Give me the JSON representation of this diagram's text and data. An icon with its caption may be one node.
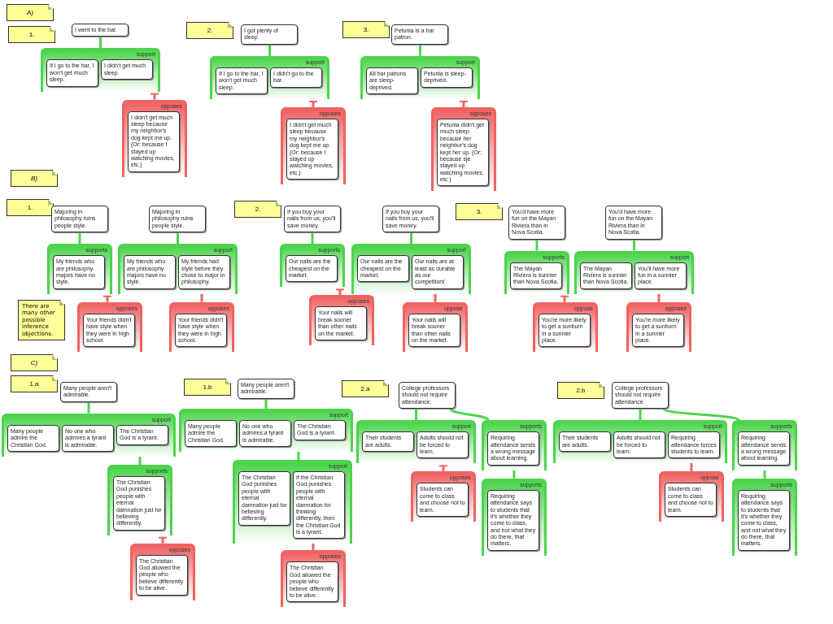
{
  "diagram": {
    "nodes": [
      {
        "text": [
          "A)"
        ]
      },
      {
        "text": [
          "1."
        ]
      },
      {
        "text": [
          "I went to the bar."
        ]
      },
      {
        "text": [
          "support"
        ]
      },
      {
        "text": [
          "If I go to the bar, I won't get much sleep."
        ],
        "in": 3
      },
      {
        "text": [
          "I didn't get much sleep."
        ],
        "in": 3
      },
      {
        "text": [
          "opposes"
        ]
      },
      {
        "text": [
          "I didn't get much sleep because my neighbor's dog kept me up. (Or: because I stayed up watching movies, etc.)"
        ],
        "in": 6
      },
      {
        "text": [
          "2."
        ]
      },
      {
        "text": [
          "I got plenty of sleep."
        ]
      },
      {
        "text": [
          "support"
        ]
      },
      {
        "text": [
          "If I go to the bar, I won't get much sleep."
        ],
        "in": 10
      },
      {
        "text": [
          "I didn't go to the bar."
        ],
        "in": 10
      },
      {
        "text": [
          "opposes"
        ]
      },
      {
        "text": [
          "I didn't get much sleep because my neighbor's dog kept me up. (Or: because I stayed up watching movies, etc.)"
        ],
        "in": 13
      },
      {
        "text": [
          "3."
        ]
      },
      {
        "text": [
          "Petunia is a bar patron."
        ]
      },
      {
        "text": [
          "support"
        ]
      },
      {
        "text": [
          "All bar patrons are sleep-deprived."
        ],
        "in": 17
      },
      {
        "text": [
          "Petunia is sleep-deprived."
        ],
        "in": 17
      },
      {
        "text": [
          "opposes"
        ]
      },
      {
        "text": [
          "Petunia didn't get much sleep because her neighbor's dog kept her up. (Or: because sje stayed up watching movies, etc.)"
        ],
        "in": 20
      },
      {
        "text": [
          "B)"
        ]
      },
      {
        "text": [
          "1."
        ]
      },
      {
        "text": [
          "Majoring in philosophy ruins people style."
        ]
      },
      {
        "text": [
          "supports"
        ]
      },
      {
        "text": [
          "My friends who are philosophy majors have no style."
        ],
        "in": 25
      },
      {
        "text": [
          "opposes"
        ]
      },
      {
        "text": [
          "Your friends didn't have style when they were in high school."
        ],
        "in": 27
      },
      {
        "text": [
          "There are many other possible inference objections."
        ]
      },
      {
        "text": [
          "Majoring in philosophy ruins people style."
        ]
      },
      {
        "text": [
          "support"
        ]
      },
      {
        "text": [
          "My friends who are philosophy majors have no style."
        ],
        "in": 31
      },
      {
        "text": [
          "My friends had style before they chose to major in philosophy."
        ],
        "in": 31
      },
      {
        "text": [
          "opposes"
        ]
      },
      {
        "text": [
          "Your friends didn't have style when they were in high school."
        ],
        "in": 34
      },
      {
        "text": [
          "2."
        ]
      },
      {
        "text": [
          "If you buy your nails from us, you'll save money."
        ]
      },
      {
        "text": [
          "supports"
        ]
      },
      {
        "text": [
          "Our nails are the cheapest on the market."
        ],
        "in": 38
      },
      {
        "text": [
          "opposes"
        ]
      },
      {
        "text": [
          "Your nails will break sooner than other nails on the market."
        ],
        "in": 40
      },
      {
        "text": [
          "If you buy your nails from us, you'll save money."
        ]
      },
      {
        "text": [
          "support"
        ]
      },
      {
        "text": [
          "Our nails are the cheapest on the market."
        ],
        "in": 43
      },
      {
        "text": [
          "Our nails are at least as durable as our competitors'."
        ],
        "in": 43
      },
      {
        "text": [
          "oppose"
        ]
      },
      {
        "text": [
          "Your nails will break sooner than other nails on the market."
        ],
        "in": 46
      },
      {
        "text": [
          "3."
        ]
      },
      {
        "text": [
          "You'd have more fun on the Mayan Riviera than in Nova Scotia."
        ]
      },
      {
        "text": [
          "supports"
        ]
      },
      {
        "text": [
          "The Mayan Riviera is sunnier than Nova Scotia."
        ],
        "in": 50
      },
      {
        "text": [
          "oppose"
        ]
      },
      {
        "text": [
          "You're more likely to get a sunburn in a sunnier place."
        ],
        "in": 52
      },
      {
        "text": [
          "You'd have more fun on the Mayan Riviera than in Nova Scotia."
        ]
      },
      {
        "text": [
          "support"
        ]
      },
      {
        "text": [
          "The Mayan Riviera is sunnier than Nova Scotia."
        ],
        "in": 55
      },
      {
        "text": [
          "You'll have more fun in a sunnier place."
        ],
        "in": 55
      },
      {
        "text": [
          "opposes"
        ]
      },
      {
        "text": [
          "You're more likely to get a sunburn in a sunnier place."
        ],
        "in": 58
      },
      {
        "text": [
          "C)"
        ]
      },
      {
        "text": [
          "1.a"
        ]
      },
      {
        "text": [
          "Many people aren't admirable."
        ]
      },
      {
        "text": [
          "support"
        ]
      },
      {
        "text": [
          "Many people admire the Christian God."
        ],
        "in": 63
      },
      {
        "text": [
          "No one who admires a tyrant is admirable."
        ],
        "in": 63
      },
      {
        "text": [
          "The Christian God is a tyrant."
        ],
        "in": 63
      },
      {
        "text": [
          "supports"
        ]
      },
      {
        "text": [
          "The Christian God punishes people with eternal damnation just for believing differently."
        ],
        "in": 67
      },
      {
        "text": [
          "opposes"
        ]
      },
      {
        "text": [
          "The Christian God allowed the people who believe differently to be alive."
        ],
        "in": 69
      },
      {
        "text": [
          "1.b"
        ]
      },
      {
        "text": [
          "Many people aren't admirable."
        ]
      },
      {
        "text": [
          "support"
        ]
      },
      {
        "text": [
          "Many people admire the Christian God."
        ],
        "in": 73
      },
      {
        "text": [
          "No one who admires a tyrant is admirable."
        ],
        "in": 73
      },
      {
        "text": [
          "The Christian God is a tyrant."
        ],
        "in": 73
      },
      {
        "text": [
          "support"
        ]
      },
      {
        "text": [
          "The Christian God punishes people with eternal damnation just for believing differently."
        ],
        "in": 77
      },
      {
        "text": [
          "If the Christian God punishes people with eternal damnation for thinking differently, then the Christian God is a tyrant."
        ],
        "in": 77
      },
      {
        "text": [
          "opposes"
        ]
      },
      {
        "text": [
          "The Christian God allowed the people who believe differently to be alive."
        ],
        "in": 80
      },
      {
        "text": [
          "2.a"
        ]
      },
      {
        "text": [
          "College professors should not require attendance."
        ]
      },
      {
        "text": [
          "support"
        ]
      },
      {
        "text": [
          "Their students are adults."
        ],
        "in": 84
      },
      {
        "text": [
          "Adults should not be forced to learn."
        ],
        "in": 84
      },
      {
        "text": [
          "supports"
        ]
      },
      {
        "text": [
          "Requiring attendance sends a wrong message about learning."
        ],
        "in": 87
      },
      {
        "text": [
          "opposes"
        ]
      },
      {
        "text": [
          "Students can come to class and choose not to learn."
        ],
        "in": 89
      },
      {
        "text": [
          "supports"
        ]
      },
      {
        "text": [
          "Requiring attendance says to students that it's whether they come to class, and not what they do there, that matters."
        ],
        "in": 91
      },
      {
        "text": [
          "2.b"
        ]
      },
      {
        "text": [
          "College professors should not require attendance."
        ]
      },
      {
        "text": [
          "support"
        ]
      },
      {
        "text": [
          "Their students are adults."
        ],
        "in": 95
      },
      {
        "text": [
          "Adults should not be forced to learn."
        ],
        "in": 95
      },
      {
        "text": [
          "Requiring attendance forces students to learn."
        ],
        "in": 95
      },
      {
        "text": [
          "supports"
        ]
      },
      {
        "text": [
          "Requiring attendance sends a wrong message about learning."
        ],
        "in": 99
      },
      {
        "text": [
          "oppose"
        ]
      },
      {
        "text": [
          "Students can come to class and choose not to learn."
        ],
        "in": 101
      },
      {
        "text": [
          "supports"
        ]
      },
      {
        "text": [
          "Requiring attendance says to students that it's whether they come to class, and not what they do there, that matters."
        ],
        "in": 103
      }
    ],
    "edges": [
      {
        "from": 3,
        "to": 2,
        "arrow": "none"
      },
      {
        "from": 6,
        "to": 3,
        "arrow": "other",
        "color": "#f06262"
      },
      {
        "from": 10,
        "to": 9,
        "arrow": "none"
      },
      {
        "from": 13,
        "to": 10,
        "arrow": "other",
        "color": "#f06262"
      },
      {
        "from": 17,
        "to": 16,
        "arrow": "none"
      },
      {
        "from": 20,
        "to": 17,
        "arrow": "other",
        "color": "#f06262"
      },
      {
        "from": 25,
        "to": 24,
        "arrow": "none"
      },
      {
        "from": 27,
        "to": 25,
        "arrow": "other",
        "color": "#f06262"
      },
      {
        "from": 31,
        "to": 30,
        "arrow": "none"
      },
      {
        "from": 34,
        "to": 33,
        "arrow": "other",
        "color": "#f06262"
      },
      {
        "from": 38,
        "to": 37,
        "arrow": "none"
      },
      {
        "from": 40,
        "to": 38,
        "arrow": "other",
        "color": "#f06262"
      },
      {
        "from": 43,
        "to": 42,
        "arrow": "none"
      },
      {
        "from": 46,
        "to": 45,
        "arrow": "other",
        "color": "#f06262"
      },
      {
        "from": 50,
        "to": 49,
        "arrow": "none"
      },
      {
        "from": 52,
        "to": 50,
        "arrow": "other",
        "color": "#f06262"
      },
      {
        "from": 55,
        "to": 54,
        "arrow": "none"
      },
      {
        "from": 58,
        "to": 57,
        "arrow": "other",
        "color": "#f06262"
      },
      {
        "from": 63,
        "to": 62,
        "arrow": "none"
      },
      {
        "from": 67,
        "to": 66,
        "arrow": "none"
      },
      {
        "from": 69,
        "to": 67,
        "arrow": "other",
        "color": "#f06262"
      },
      {
        "from": 73,
        "to": 72,
        "arrow": "none"
      },
      {
        "from": 77,
        "to": 76,
        "arrow": "none"
      },
      {
        "from": 80,
        "to": 79,
        "arrow": "other",
        "color": "#f06262"
      },
      {
        "from": 84,
        "to": 83,
        "arrow": "none"
      },
      {
        "from": 87,
        "to": 83,
        "arrow": "none"
      },
      {
        "from": 89,
        "to": 84,
        "arrow": "other",
        "color": "#f06262"
      },
      {
        "from": 91,
        "to": 88,
        "arrow": "none"
      },
      {
        "from": 95,
        "to": 94,
        "arrow": "none"
      },
      {
        "from": 99,
        "to": 94,
        "arrow": "none"
      },
      {
        "from": 101,
        "to": 98,
        "arrow": "other",
        "color": "#f06262"
      },
      {
        "from": 103,
        "to": 100,
        "arrow": "none"
      }
    ]
  }
}
